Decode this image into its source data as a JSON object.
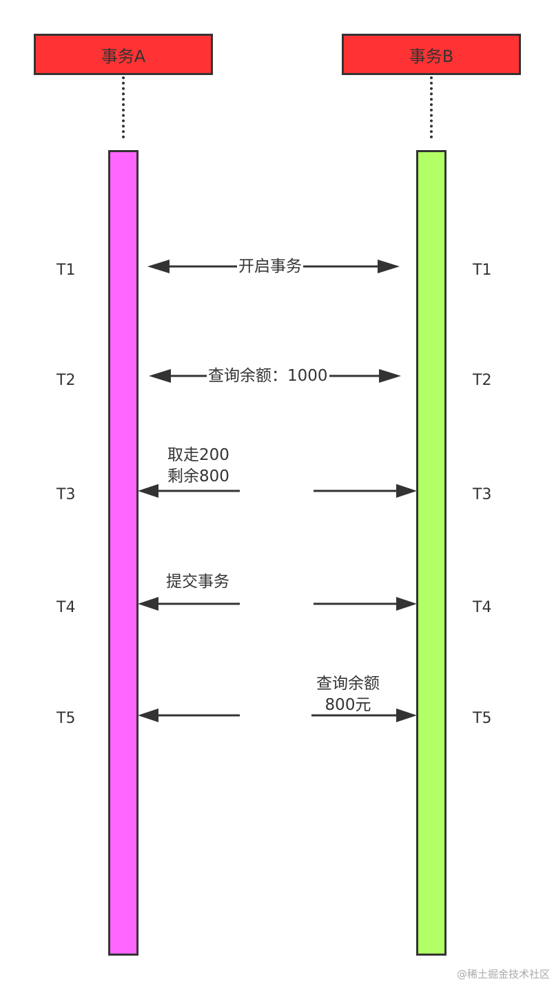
{
  "participants": {
    "a": {
      "label": "事务A",
      "color": "#ff66ff",
      "header_color": "#ff3333"
    },
    "b": {
      "label": "事务B",
      "color": "#b3ff66",
      "header_color": "#ff3333"
    }
  },
  "timeline": {
    "left": [
      "T1",
      "T2",
      "T3",
      "T4",
      "T5"
    ],
    "right": [
      "T1",
      "T2",
      "T3",
      "T4",
      "T5"
    ]
  },
  "messages": {
    "t1": {
      "lines": [
        "开启事务"
      ]
    },
    "t2": {
      "lines": [
        "查询余额：1000"
      ]
    },
    "t3": {
      "lines": [
        "取走200",
        "剩余800"
      ]
    },
    "t4": {
      "lines": [
        "提交事务"
      ]
    },
    "t5": {
      "lines": [
        "查询余额",
        "800元"
      ]
    }
  },
  "watermark": "@稀土掘金技术社区"
}
